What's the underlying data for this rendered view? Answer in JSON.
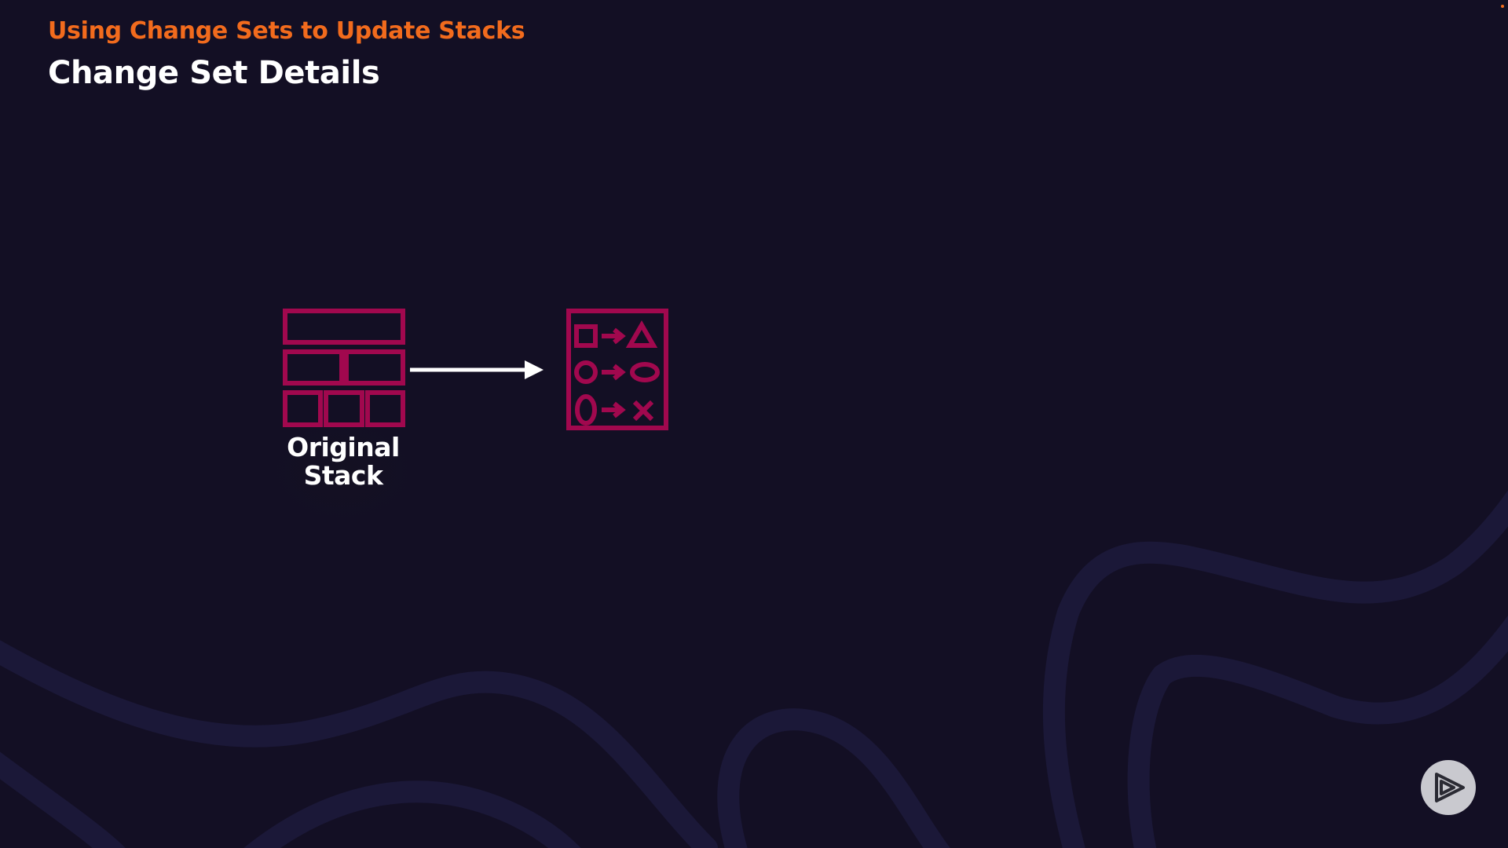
{
  "slide": {
    "subtitle": "Using Change Sets to Update Stacks",
    "title": "Change Set Details"
  },
  "diagram": {
    "source_node": {
      "label_line1": "Original",
      "label_line2": "Stack",
      "icon": "stack-grid-icon"
    },
    "connector": {
      "icon": "arrow-right-icon"
    },
    "target_node": {
      "icon": "change-set-icon"
    }
  },
  "player": {
    "logo_icon": "pluralsight-play-icon"
  },
  "colors": {
    "background": "#130f24",
    "accent_orange": "#f26b1d",
    "icon_magenta": "#a1084e",
    "text_white": "#ffffff",
    "wave": "#1b1838"
  }
}
